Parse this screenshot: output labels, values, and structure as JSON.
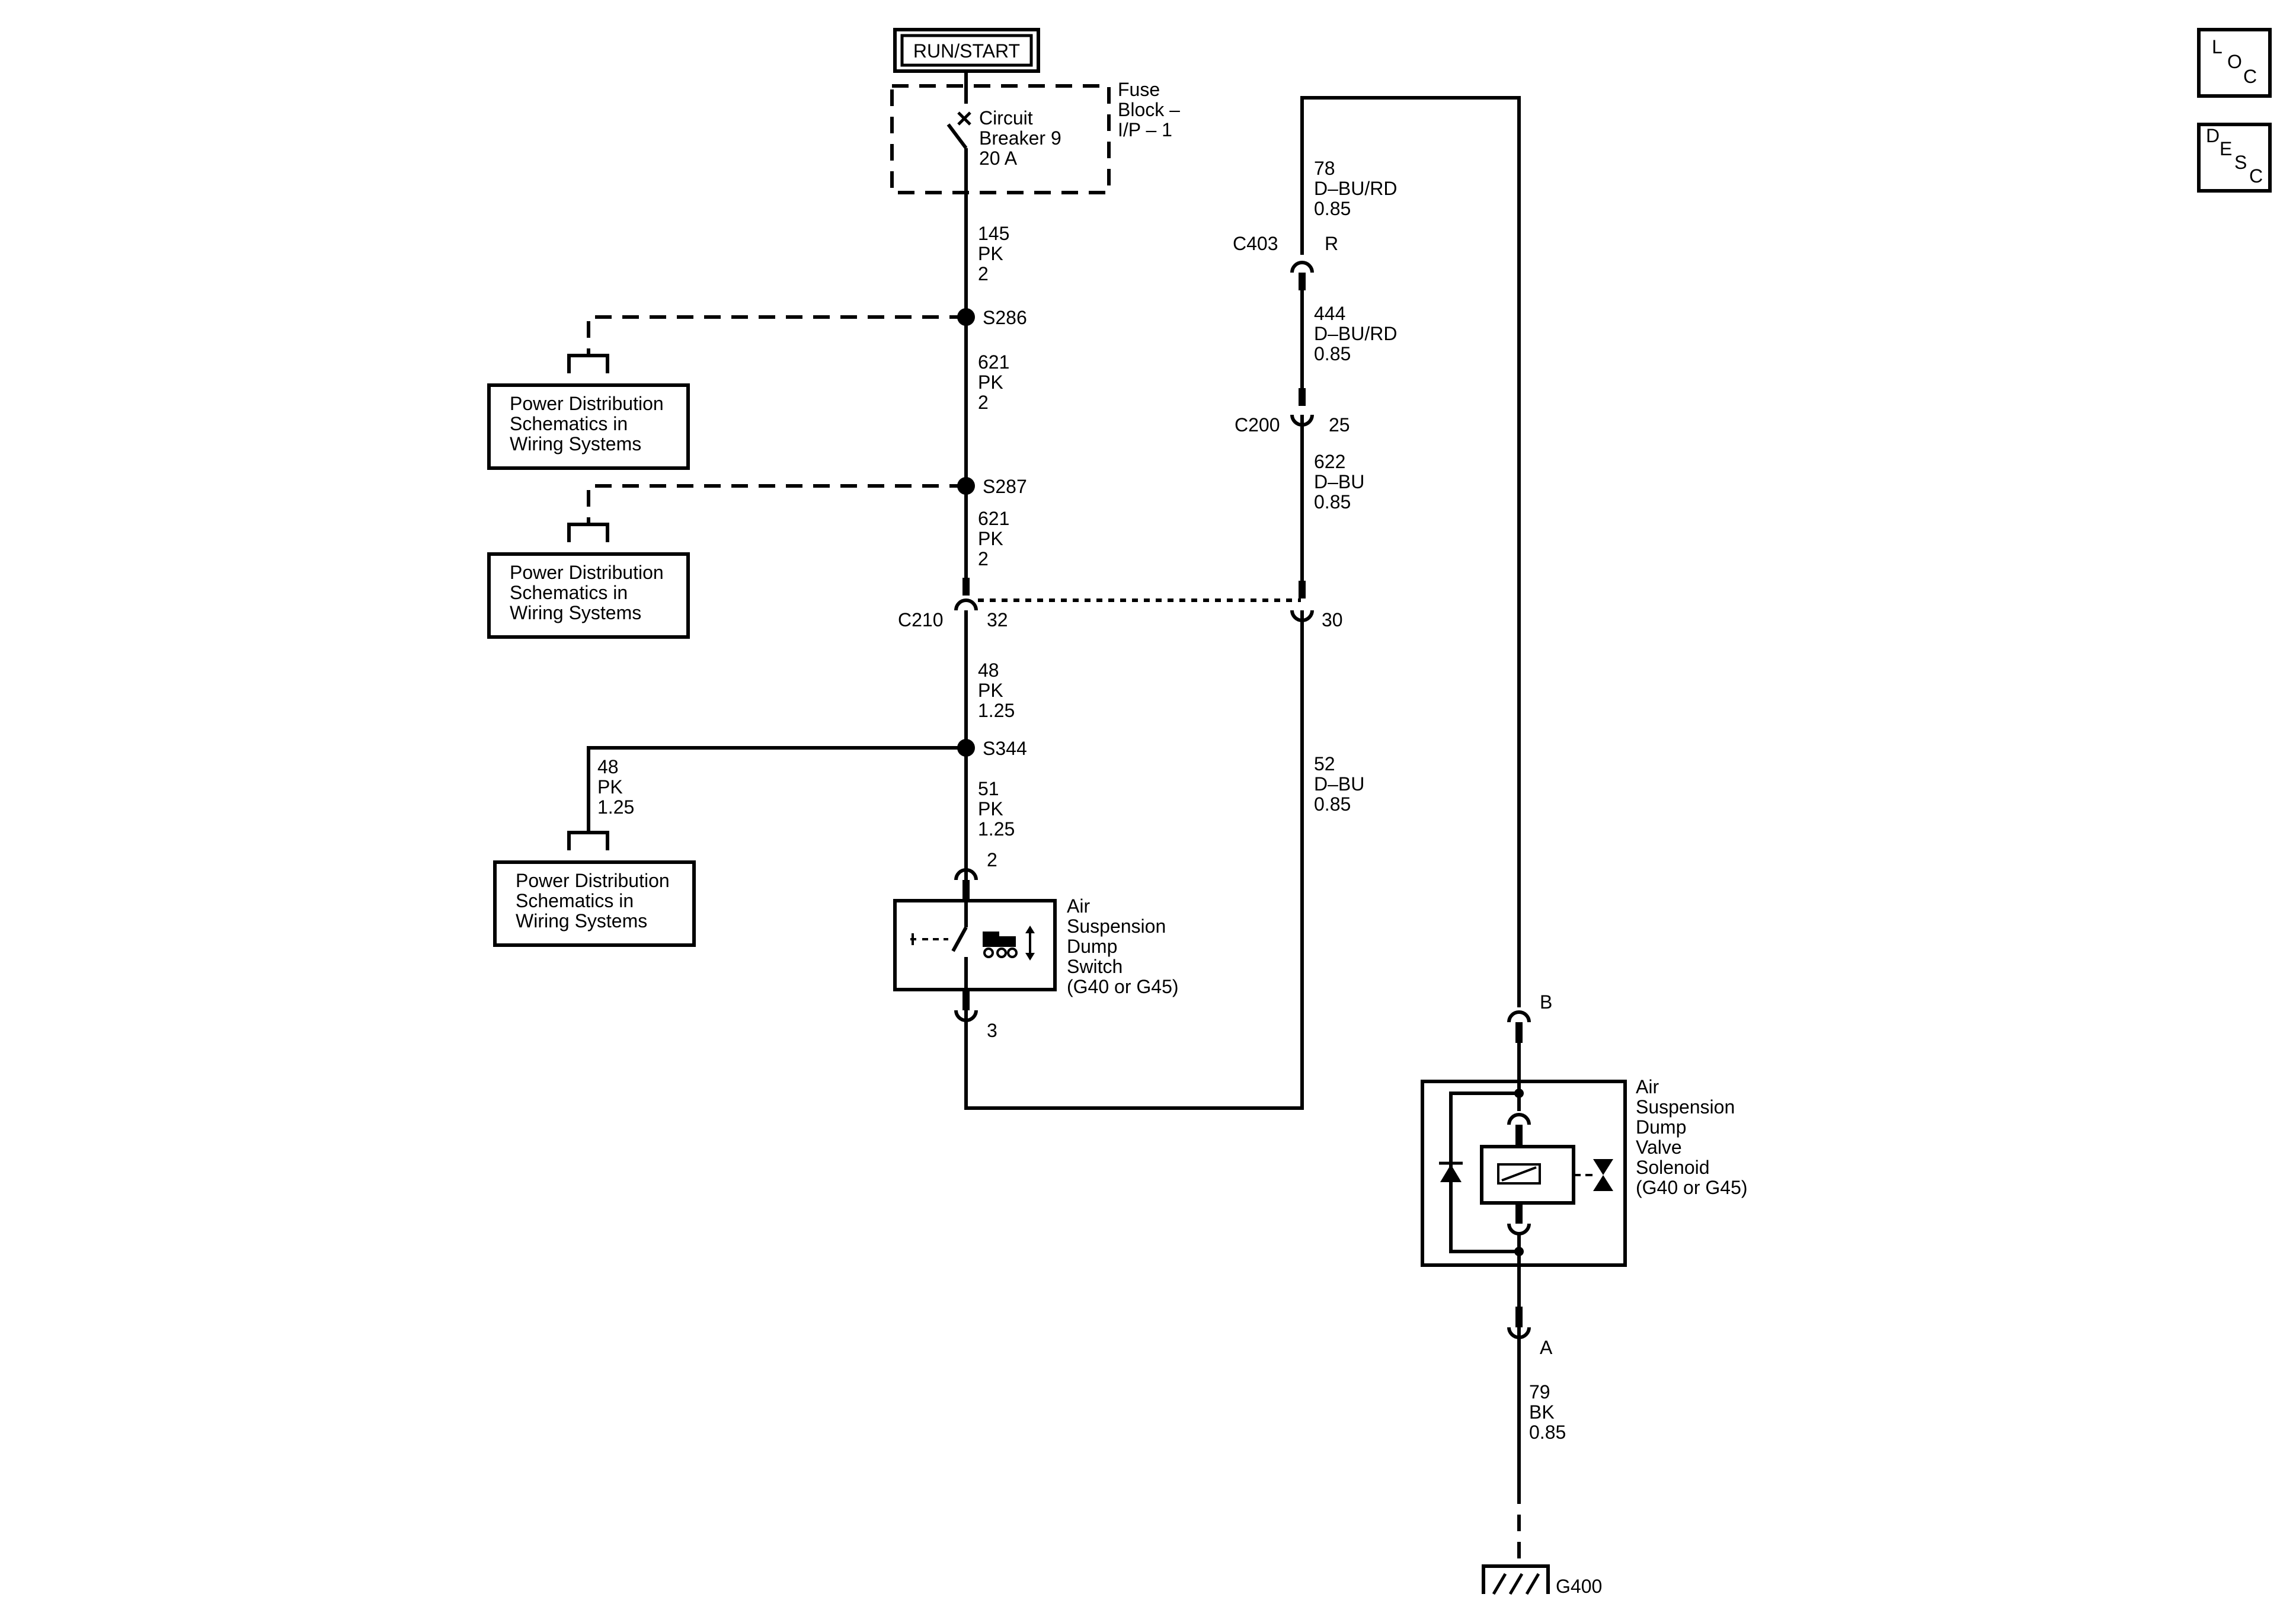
{
  "power": {
    "run_start": "RUN/START"
  },
  "fuse_block": {
    "label": [
      "Fuse",
      "Block –",
      "I/P – 1"
    ],
    "breaker": [
      "Circuit",
      "Breaker 9",
      "20 A"
    ]
  },
  "left_circuit": {
    "wire_145": [
      "145",
      "PK",
      "2"
    ],
    "s286": "S286",
    "wire_621a": [
      "621",
      "PK",
      "2"
    ],
    "s287": "S287",
    "wire_621b": [
      "621",
      "PK",
      "2"
    ],
    "c210": "C210",
    "c210_pin_left": "32",
    "wire_48": [
      "48",
      "PK",
      "1.25"
    ],
    "s344": "S344",
    "wire_48_branch": [
      "48",
      "PK",
      "1.25"
    ],
    "wire_51": [
      "51",
      "PK",
      "1.25"
    ]
  },
  "refs": {
    "power_distribution_1": [
      "Power Distribution",
      "Schematics in",
      "Wiring Systems"
    ],
    "power_distribution_2": [
      "Power Distribution",
      "Schematics in",
      "Wiring Systems"
    ],
    "power_distribution_3": [
      "Power Distribution",
      "Schematics in",
      "Wiring Systems"
    ]
  },
  "dump_switch": {
    "pin_top": "2",
    "pin_bottom": "3",
    "label": [
      "Air",
      "Suspension",
      "Dump",
      "Switch",
      "(G40 or G45)"
    ]
  },
  "middle_circuit": {
    "wire_78": [
      "78",
      "D–BU/RD",
      "0.85"
    ],
    "c403": "C403",
    "c403_pin": "R",
    "wire_444": [
      "444",
      "D–BU/RD",
      "0.85"
    ],
    "c200": "C200",
    "c200_pin": "25",
    "wire_622": [
      "622",
      "D–BU",
      "0.85"
    ],
    "c210_pin_right": "30",
    "wire_52": [
      "52",
      "D–BU",
      "0.85"
    ]
  },
  "solenoid": {
    "pin_top": "B",
    "pin_bottom": "A",
    "label": [
      "Air",
      "Suspension",
      "Dump",
      "Valve",
      "Solenoid",
      "(G40 or G45)"
    ],
    "wire_79": [
      "79",
      "BK",
      "0.85"
    ],
    "ground": "G400"
  },
  "buttons": {
    "loc": [
      "L",
      "O",
      "C"
    ],
    "desc": [
      "D",
      "E",
      "S",
      "C"
    ]
  }
}
